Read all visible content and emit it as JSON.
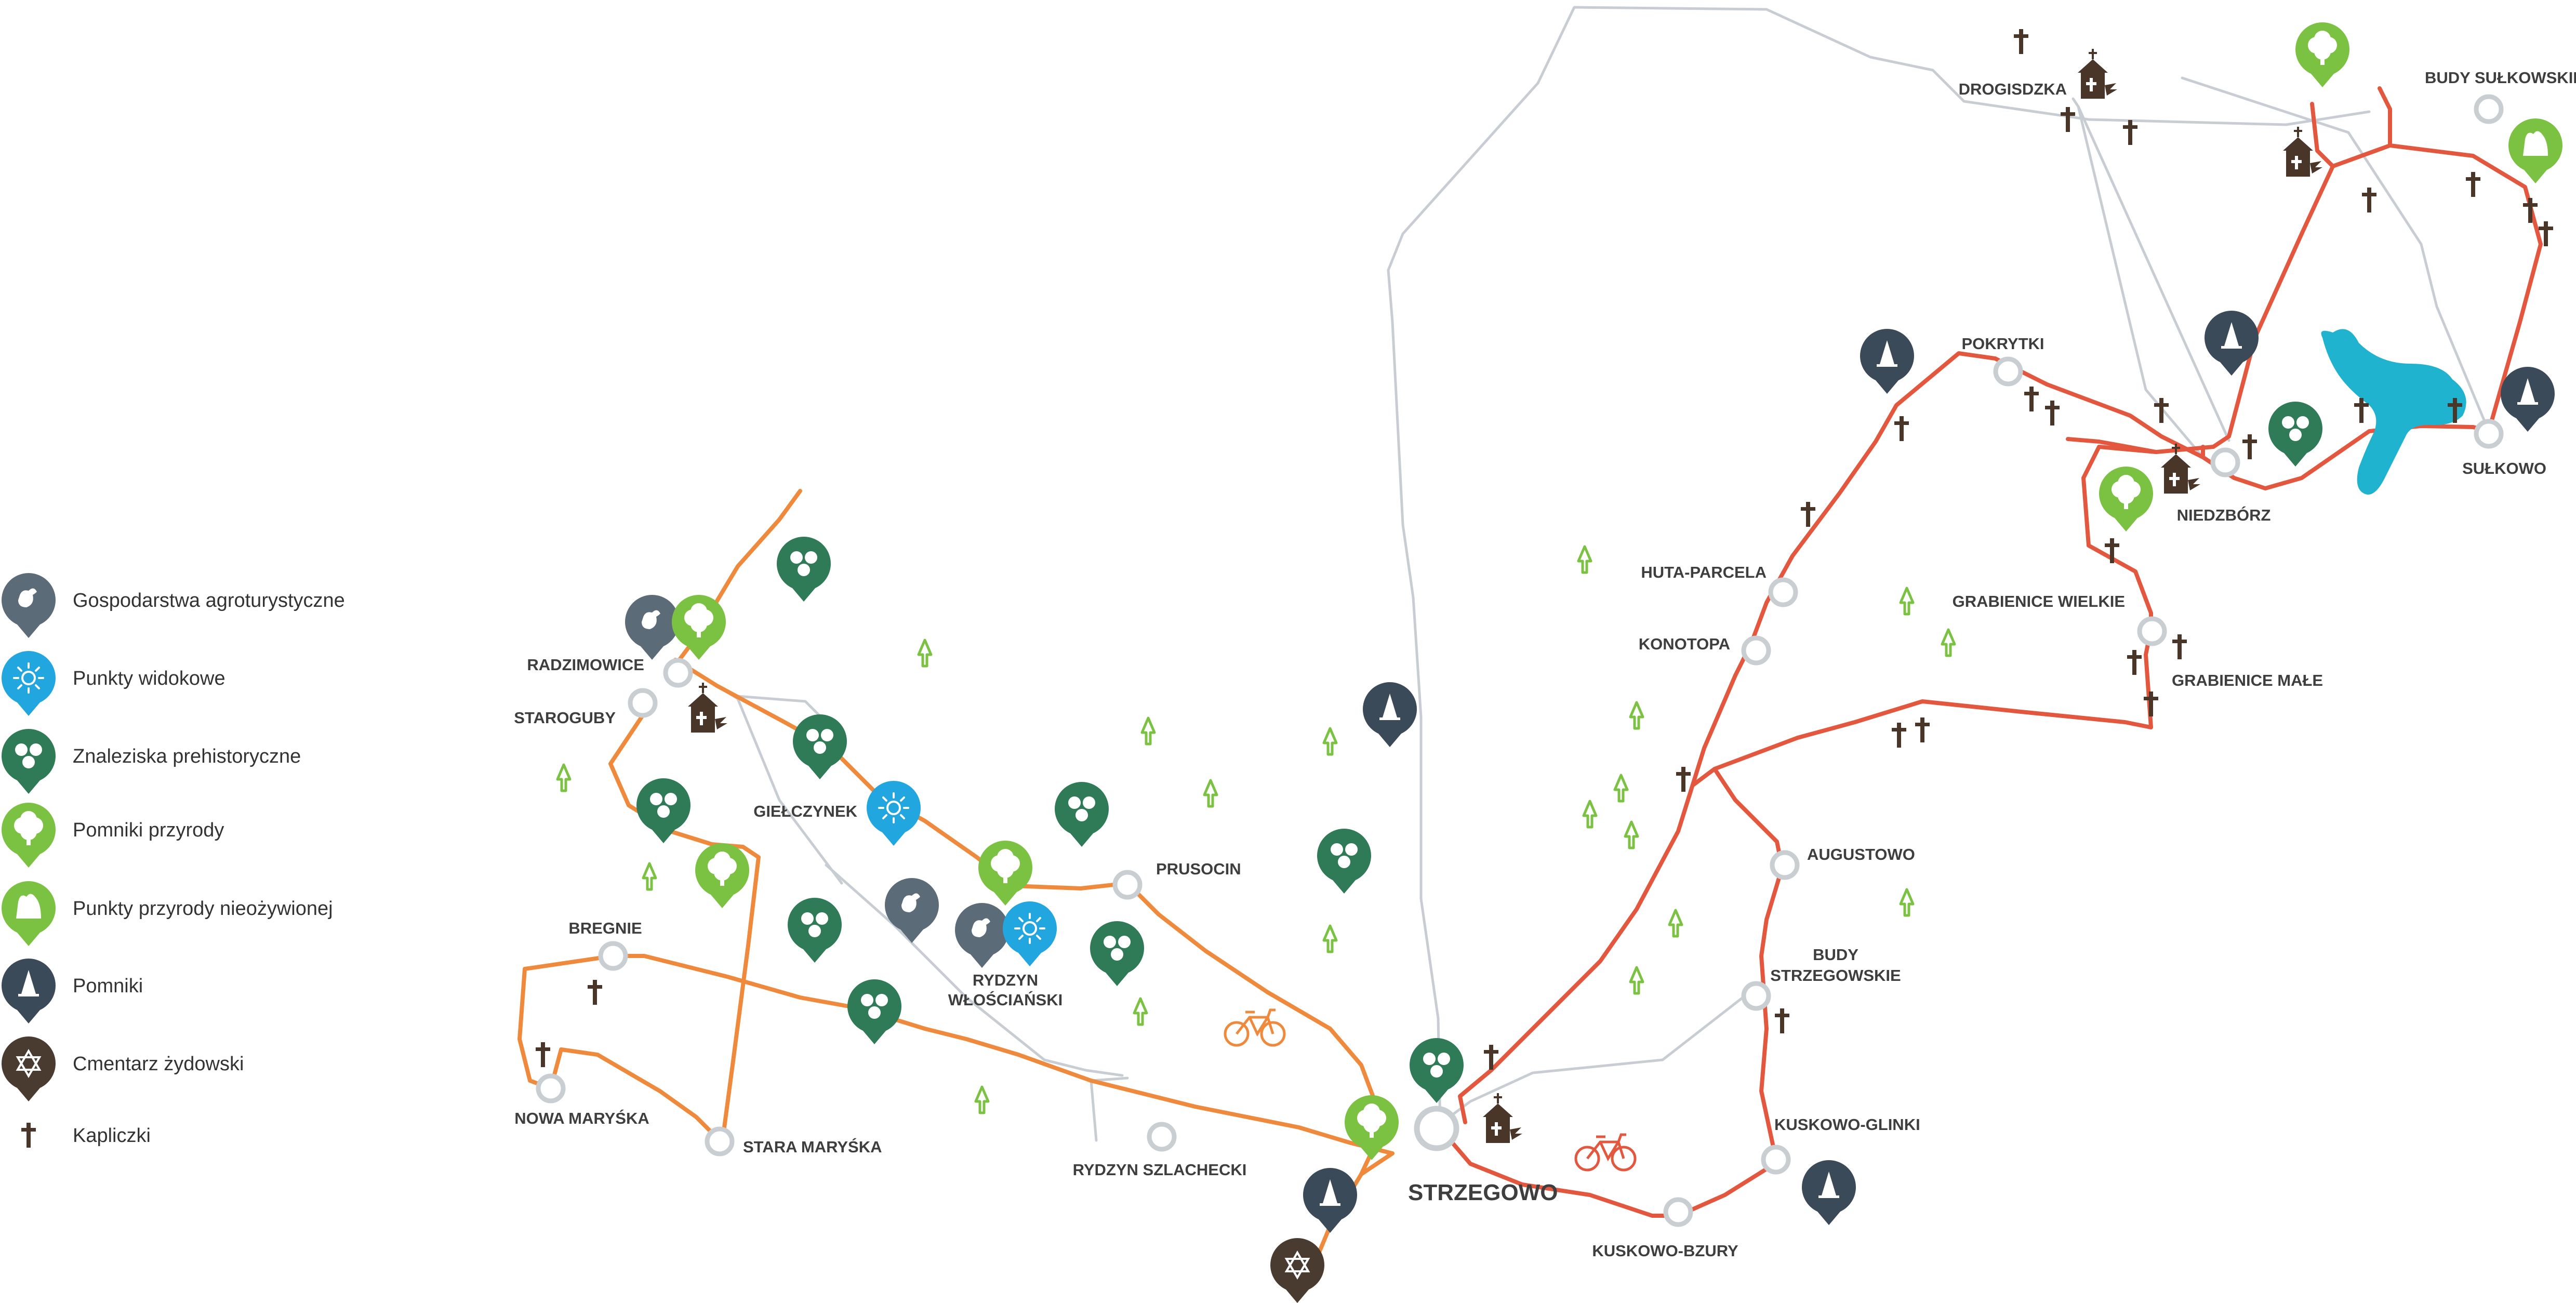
{
  "colors": {
    "road": "#c7cdd3",
    "route_red": "#e4573f",
    "route_orange": "#ef8a3c",
    "agro": "#5c6b78",
    "viewpoint": "#22a6e0",
    "prehistoric": "#2f7a57",
    "nature": "#7cc242",
    "monument": "#3a4a58",
    "jewish": "#4a3b30",
    "chapel": "#4a3628",
    "lake": "#1fb3cf",
    "tree_marker": "#7cc242",
    "village_ring": "#c9ced3"
  },
  "legend": [
    {
      "icon": "agro-farm-icon",
      "label": "Gospodarstwa agroturystyczne"
    },
    {
      "icon": "viewpoint-icon",
      "label": "Punkty widokowe"
    },
    {
      "icon": "prehistoric-finds-icon",
      "label": "Znaleziska prehistoryczne"
    },
    {
      "icon": "nature-monument-icon",
      "label": "Pomniki przyrody"
    },
    {
      "icon": "inanimate-nature-icon",
      "label": "Punkty przyrody nieożywionej"
    },
    {
      "icon": "monument-icon",
      "label": "Pomniki"
    },
    {
      "icon": "jewish-cemetery-icon",
      "label": "Cmentarz żydowski"
    },
    {
      "icon": "chapel-cross-icon",
      "label": "Kapliczki"
    }
  ],
  "places": [
    {
      "name": "RADZIMOWICE"
    },
    {
      "name": "STAROGUBY"
    },
    {
      "name": "GIEŁCZYNEK"
    },
    {
      "name": "PRUSOCIN"
    },
    {
      "name": "BREGNIE"
    },
    {
      "name": "RYDZYN"
    },
    {
      "name": "WŁOŚCIAŃSKI"
    },
    {
      "name": "NOWA MARYŚKA"
    },
    {
      "name": "STARA MARYŚKA"
    },
    {
      "name": "RYDZYN SZLACHECKI"
    },
    {
      "name": "STRZEGOWO"
    },
    {
      "name": "HUTA-PARCELA"
    },
    {
      "name": "KONOTOPA"
    },
    {
      "name": "POKRYTKI"
    },
    {
      "name": "DROGISDZKA"
    },
    {
      "name": "BUDY SUŁKOWSKIE"
    },
    {
      "name": "SUŁKOWO"
    },
    {
      "name": "NIEDZBÓRZ"
    },
    {
      "name": "GRABIENICE WIELKIE"
    },
    {
      "name": "GRABIENICE MAŁE"
    },
    {
      "name": "AUGUSTOWO"
    },
    {
      "name": "BUDY"
    },
    {
      "name": "STRZEGOWSKIE"
    },
    {
      "name": "KUSKOWO-GLINKI"
    },
    {
      "name": "KUSKOWO-BZURY"
    }
  ]
}
